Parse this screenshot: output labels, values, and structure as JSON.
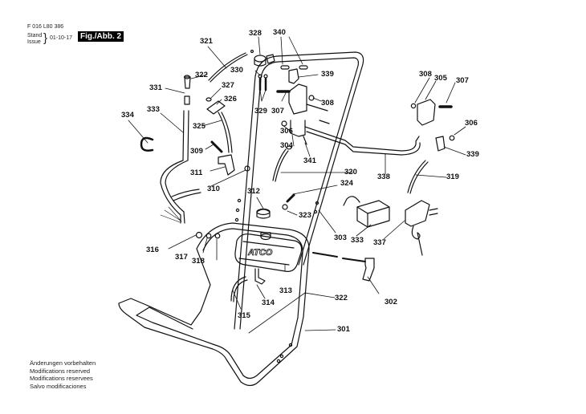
{
  "header": {
    "doc_number": "F 016 L80 386",
    "stand_label": "Stand",
    "issue_label": "Issue",
    "brace": "}",
    "date": "01-10-17",
    "figure": "Fig./Abb. 2"
  },
  "notes": [
    "Änderungen vorbehalten",
    "Modifications reserved",
    "Modifications reservees",
    "Salvo modificaciones"
  ],
  "logo_text": "ATCO",
  "parts": [
    {
      "id": "p321",
      "text": "321"
    },
    {
      "id": "p328",
      "text": "328"
    },
    {
      "id": "p340",
      "text": "340"
    },
    {
      "id": "p322a",
      "text": "322"
    },
    {
      "id": "p330",
      "text": "330"
    },
    {
      "id": "p339a",
      "text": "339"
    },
    {
      "id": "p331",
      "text": "331"
    },
    {
      "id": "p327",
      "text": "327"
    },
    {
      "id": "p326",
      "text": "326"
    },
    {
      "id": "p329",
      "text": "329"
    },
    {
      "id": "p307a",
      "text": "307"
    },
    {
      "id": "p308a",
      "text": "308"
    },
    {
      "id": "p333a",
      "text": "333"
    },
    {
      "id": "p334",
      "text": "334"
    },
    {
      "id": "p325",
      "text": "325"
    },
    {
      "id": "p306a",
      "text": "306"
    },
    {
      "id": "p304",
      "text": "304"
    },
    {
      "id": "p309",
      "text": "309"
    },
    {
      "id": "p341",
      "text": "341"
    },
    {
      "id": "p311",
      "text": "311"
    },
    {
      "id": "p310",
      "text": "310"
    },
    {
      "id": "p320",
      "text": "320"
    },
    {
      "id": "p324",
      "text": "324"
    },
    {
      "id": "p312",
      "text": "312"
    },
    {
      "id": "p323",
      "text": "323"
    },
    {
      "id": "p303",
      "text": "303"
    },
    {
      "id": "p333b",
      "text": "333"
    },
    {
      "id": "p337",
      "text": "337"
    },
    {
      "id": "p316",
      "text": "316"
    },
    {
      "id": "p317",
      "text": "317"
    },
    {
      "id": "p318",
      "text": "318"
    },
    {
      "id": "p313",
      "text": "313"
    },
    {
      "id": "p314",
      "text": "314"
    },
    {
      "id": "p315",
      "text": "315"
    },
    {
      "id": "p322b",
      "text": "322"
    },
    {
      "id": "p302",
      "text": "302"
    },
    {
      "id": "p301",
      "text": "301"
    },
    {
      "id": "p308b",
      "text": "308"
    },
    {
      "id": "p305",
      "text": "305"
    },
    {
      "id": "p307b",
      "text": "307"
    },
    {
      "id": "p306b",
      "text": "306"
    },
    {
      "id": "p339b",
      "text": "339"
    },
    {
      "id": "p338",
      "text": "338"
    },
    {
      "id": "p319",
      "text": "319"
    }
  ]
}
